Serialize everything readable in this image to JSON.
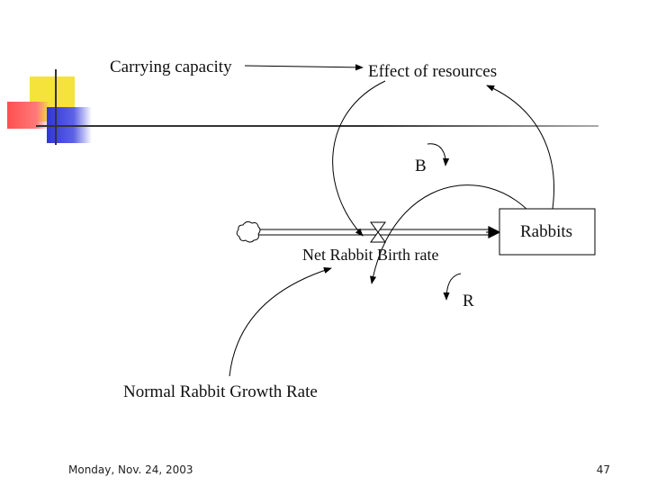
{
  "diagram": {
    "carrying_capacity": "Carrying capacity",
    "effect_of_resources": "Effect of resources",
    "rabbits": "Rabbits",
    "net_birth_rate": "Net Rabbit Birth rate",
    "normal_growth_rate": "Normal Rabbit Growth Rate",
    "loop_balancing": "B",
    "loop_reinforcing": "R"
  },
  "footer": {
    "date": "Monday, Nov. 24, 2003",
    "page_number": "47"
  },
  "colors": {
    "accent_yellow": "#f5e23a",
    "accent_red": "#ff4f4f",
    "accent_blue": "#2f35d8"
  }
}
